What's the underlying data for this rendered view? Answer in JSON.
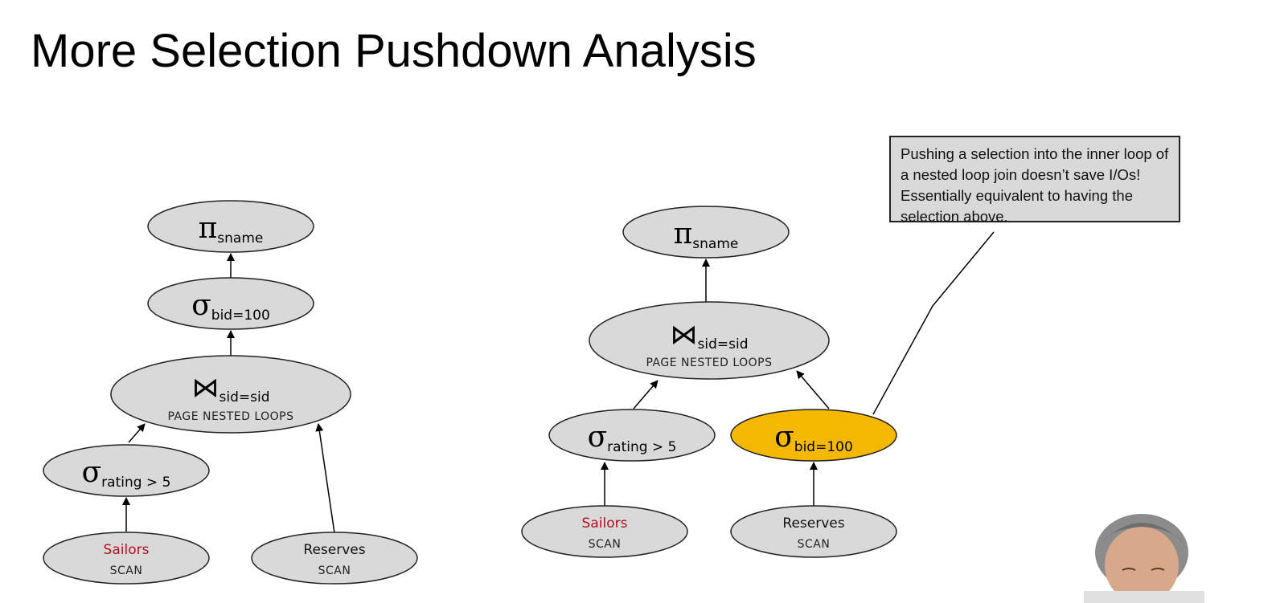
{
  "slide": {
    "title": "More Selection Pushdown Analysis"
  },
  "colors": {
    "node_fill": "#d9d9d9",
    "highlight_fill": "#f5b800",
    "relation_highlight": "#b01020"
  },
  "left_plan": {
    "project": {
      "op": "π",
      "sub": "sname"
    },
    "select_bid": {
      "op": "σ",
      "sub": "bid=100"
    },
    "join": {
      "op": "⋈",
      "sub": "sid=sid",
      "method": "PAGE NESTED LOOPS"
    },
    "select_rating": {
      "op": "σ",
      "sub": "rating > 5"
    },
    "sailors": {
      "name": "Sailors",
      "method": "SCAN"
    },
    "reserves": {
      "name": "Reserves",
      "method": "SCAN"
    }
  },
  "right_plan": {
    "project": {
      "op": "π",
      "sub": "sname"
    },
    "join": {
      "op": "⋈",
      "sub": "sid=sid",
      "method": "PAGE NESTED LOOPS"
    },
    "select_rating": {
      "op": "σ",
      "sub": "rating > 5"
    },
    "select_bid": {
      "op": "σ",
      "sub": "bid=100"
    },
    "sailors": {
      "name": "Sailors",
      "method": "SCAN"
    },
    "reserves": {
      "name": "Reserves",
      "method": "SCAN"
    }
  },
  "callout": {
    "text": "Pushing a selection into the inner loop of a nested loop join doesn’t save I/Os!  Essentially equivalent to having the selection above."
  },
  "presenter": {
    "icon": "presenter-video-thumbnail"
  }
}
